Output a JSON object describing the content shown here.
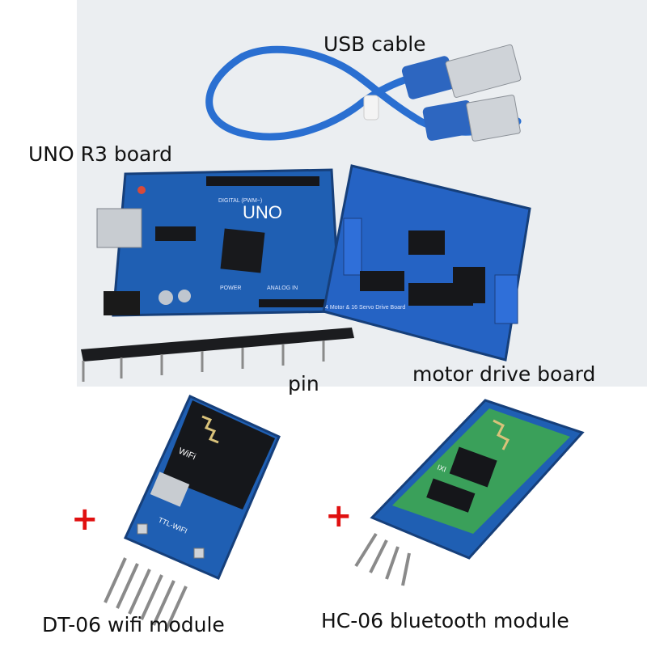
{
  "labels": {
    "usb_cable": "USB cable",
    "uno_board": "UNO R3 board",
    "pin": "pin",
    "motor_board": "motor drive board",
    "wifi_module": "DT-06 wifi module",
    "bluetooth_module": "HC-06 bluetooth module",
    "plus_sign": "+"
  },
  "board_prints": {
    "uno_logo": "UNO",
    "uno_digital": "DIGITAL (PWM~)",
    "uno_power": "POWER",
    "uno_analog": "ANALOG IN",
    "motor_print": "4 Motor & 16 Servo Drive Board",
    "wifi_chip": "WiFi",
    "wifi_ttl": "TTL-WIFI",
    "bt_chip": "IXI"
  },
  "colors": {
    "pcb_blue": "#1f5fb3",
    "pcb_dark": "#163f7a",
    "cable_blue": "#2a6fd1",
    "terminal_blue": "#2f6fd9",
    "bt_green": "#3aa05a",
    "plus_red": "#e01010",
    "pin_gray": "#8a8a8a"
  }
}
